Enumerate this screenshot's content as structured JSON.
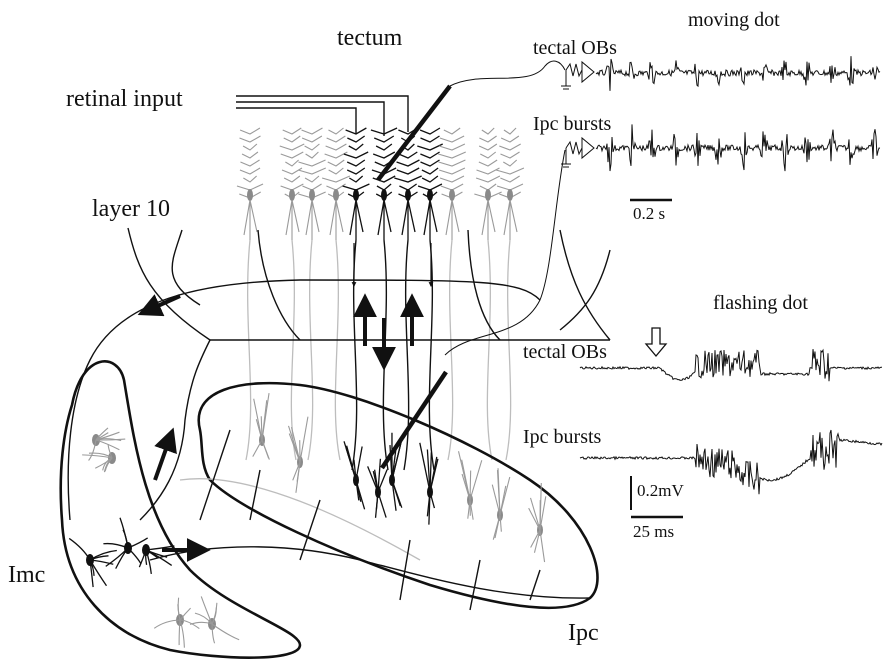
{
  "labels": {
    "tectum": "tectum",
    "retinal_input": "retinal input",
    "layer10": "layer 10",
    "imc": "Imc",
    "ipc": "Ipc"
  },
  "recordings": {
    "moving": {
      "title": "moving dot",
      "trace1": "tectal OBs",
      "trace2": "Ipc bursts",
      "scale": "0.2 s"
    },
    "flashing": {
      "title": "flashing dot",
      "trace1": "tectal OBs",
      "trace2": "Ipc bursts",
      "scale_v": "0.2mV",
      "scale_t": "25 ms"
    }
  }
}
